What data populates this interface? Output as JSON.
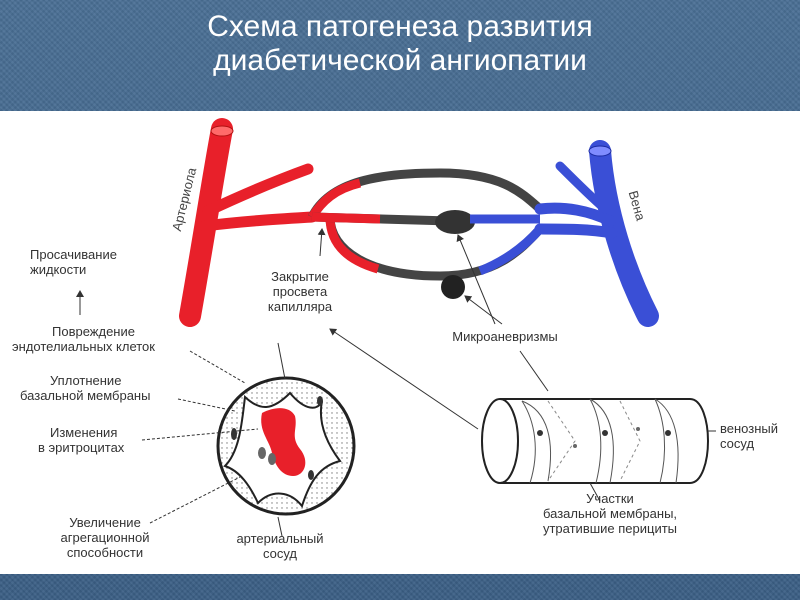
{
  "title": {
    "line1": "Схема патогенеза развития",
    "line2": "диабетической ангиопатии"
  },
  "labels": {
    "arteriole": "Артериола",
    "vein": "Вена",
    "fluid_seepage": [
      "Просачивание",
      "жидкости"
    ],
    "capillary_closure": [
      "Закрытие",
      "просвета",
      "капилляра"
    ],
    "endothelial_damage": [
      "Повреждение",
      "эндотелиальных клеток"
    ],
    "basement_thickening": [
      "Уплотнение",
      "базальной мембраны"
    ],
    "rbc_changes": [
      "Изменения",
      "в эритроцитах"
    ],
    "aggregation": [
      "Увеличение",
      "агрегационной",
      "способности"
    ],
    "microaneurysms": "Микроаневризмы",
    "venous_vessel": [
      "венозный",
      "сосуд"
    ],
    "arterial_vessel": [
      "артериальный",
      "сосуд"
    ],
    "pericyte_loss": [
      "Участки",
      "базальной мембраны,",
      "утратившие перициты"
    ]
  },
  "colors": {
    "arterial": "#e8202a",
    "venous": "#3a4fd6",
    "capillary": "#444444",
    "background": "#3e6388"
  }
}
